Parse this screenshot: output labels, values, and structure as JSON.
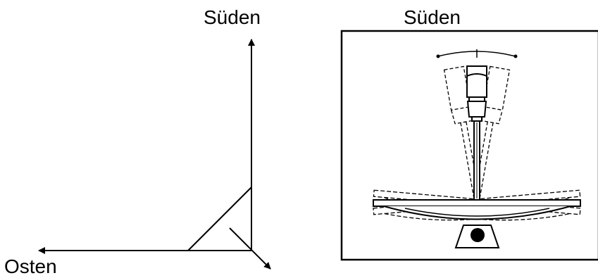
{
  "labels": {
    "south_left": "Süden",
    "south_right": "Süden",
    "east": "Osten"
  },
  "colors": {
    "line": "#000000",
    "background": "#ffffff"
  }
}
